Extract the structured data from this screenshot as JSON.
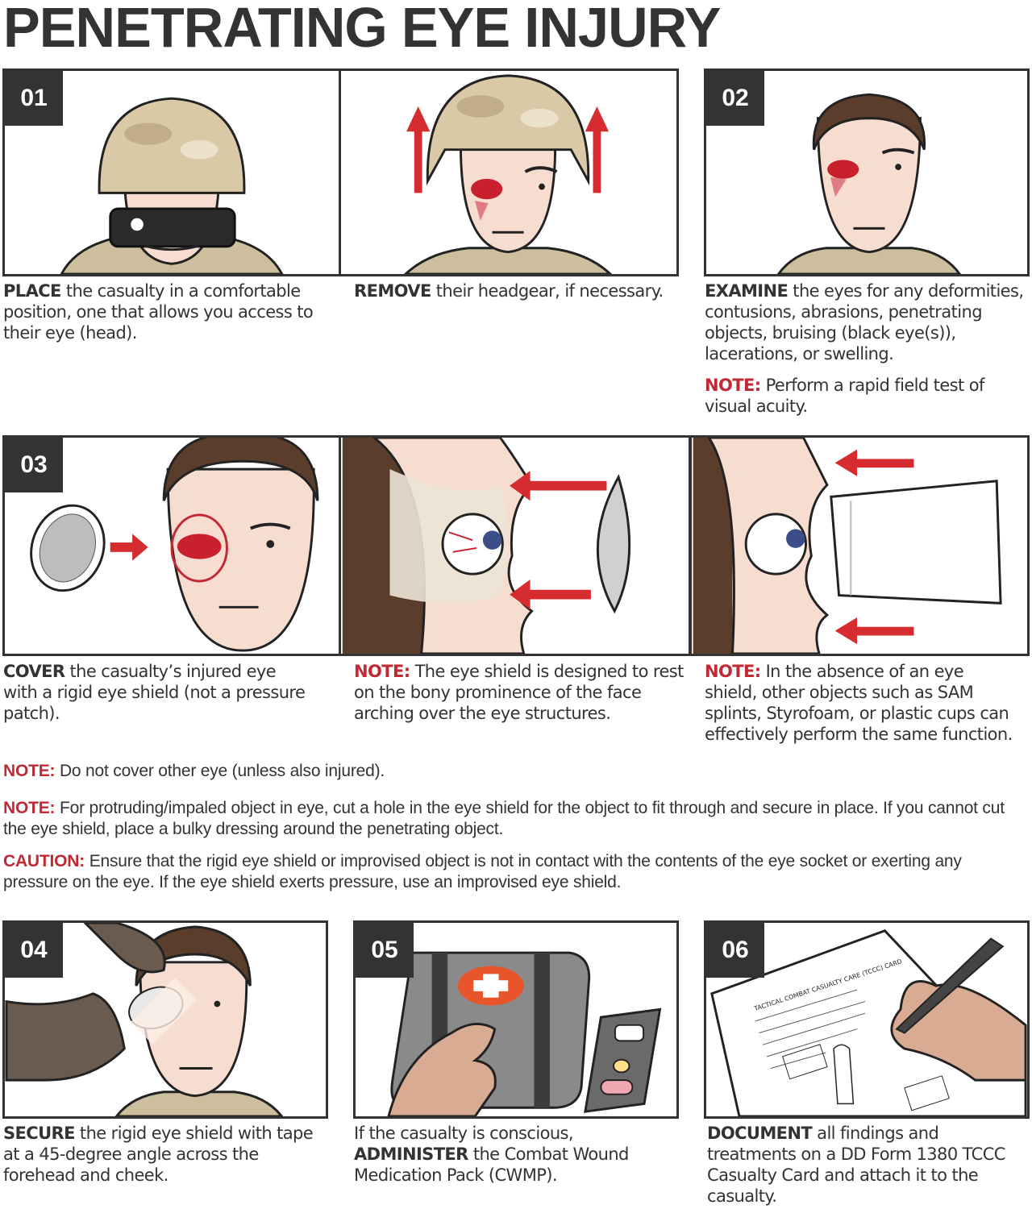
{
  "title": "PENETRATING EYE INJURY",
  "colors": {
    "text": "#333333",
    "accent_red": "#c12a35",
    "panel_border": "#333333",
    "badge_bg": "#333333",
    "arrow_red": "#d62b2f",
    "skin": "#f7dcd0",
    "hair": "#5a3d2b",
    "camo": "#d9c9a6",
    "kit_orange": "#e8552a"
  },
  "steps": [
    {
      "badge": "01",
      "illustration": "soldier-with-helmet-and-cracked-goggles",
      "caption_bold": "PLACE",
      "caption_rest": " the casualty in a comfortable position, one that allows you access to their eye (head)."
    },
    {
      "badge": "",
      "illustration": "soldier-helmet-removal-with-up-arrows",
      "caption_bold": "REMOVE",
      "caption_rest": " their headgear, if necessary."
    },
    {
      "badge": "02",
      "illustration": "soldier-injured-eye-closeup",
      "caption_bold": "EXAMINE",
      "caption_rest": " the eyes for any deformities, contusions, abrasions, penetrating objects, bruising (black eye(s)), lacerations, or swelling.",
      "note_label": "NOTE:",
      "note_text": " Perform a rapid field test of visual acuity."
    },
    {
      "badge": "03",
      "illustration": "eye-shield-arrow-to-injured-eye",
      "caption_bold": "COVER",
      "caption_rest": " the casualty’s injured eye with a rigid eye shield (not a pressure patch)."
    },
    {
      "badge": "",
      "illustration": "eye-shield-on-bony-prominence-side-view",
      "note_label": "NOTE:",
      "note_text": " The eye shield is designed to rest on the bony prominence of the face arching over the eye structures."
    },
    {
      "badge": "",
      "illustration": "plastic-cup-over-eye-side-view",
      "note_label": "NOTE:",
      "note_text": " In the absence of an eye shield, other objects such as SAM splints, Styrofoam, or plastic cups can effectively perform the same function."
    },
    {
      "badge": "04",
      "illustration": "gloved-hands-taping-eye-shield",
      "caption_bold": "SECURE",
      "caption_rest": " the rigid eye shield with tape at a 45-degree angle across the forehead and cheek."
    },
    {
      "badge": "05",
      "illustration": "medical-kit-and-pill-pack",
      "caption_pre": "If the casualty is conscious, ",
      "caption_bold": "ADMINISTER",
      "caption_rest": " the Combat Wound Medication Pack (CWMP)."
    },
    {
      "badge": "06",
      "illustration": "hand-writing-on-tccc-casualty-card",
      "caption_bold": "DOCUMENT",
      "caption_rest": " all findings and treatments on a DD Form 1380 TCCC Casualty Card and attach it to the casualty.",
      "card_title": "TACTICAL COMBAT CASUALTY CARE (TCCC) CARD"
    }
  ],
  "notes": [
    {
      "label": "NOTE:",
      "text": " Do not cover other eye (unless also injured)."
    },
    {
      "label": "NOTE:",
      "text": " For protruding/impaled object in eye, cut a hole in the eye shield for the object to fit through and secure in place. If you cannot cut the eye shield, place a bulky dressing around the penetrating object."
    },
    {
      "label": "CAUTION:",
      "text": " Ensure that the rigid eye shield or improvised object is not in contact with the contents of the eye socket or exerting any pressure on the eye. If the eye shield exerts pressure, use an improvised eye shield."
    }
  ]
}
